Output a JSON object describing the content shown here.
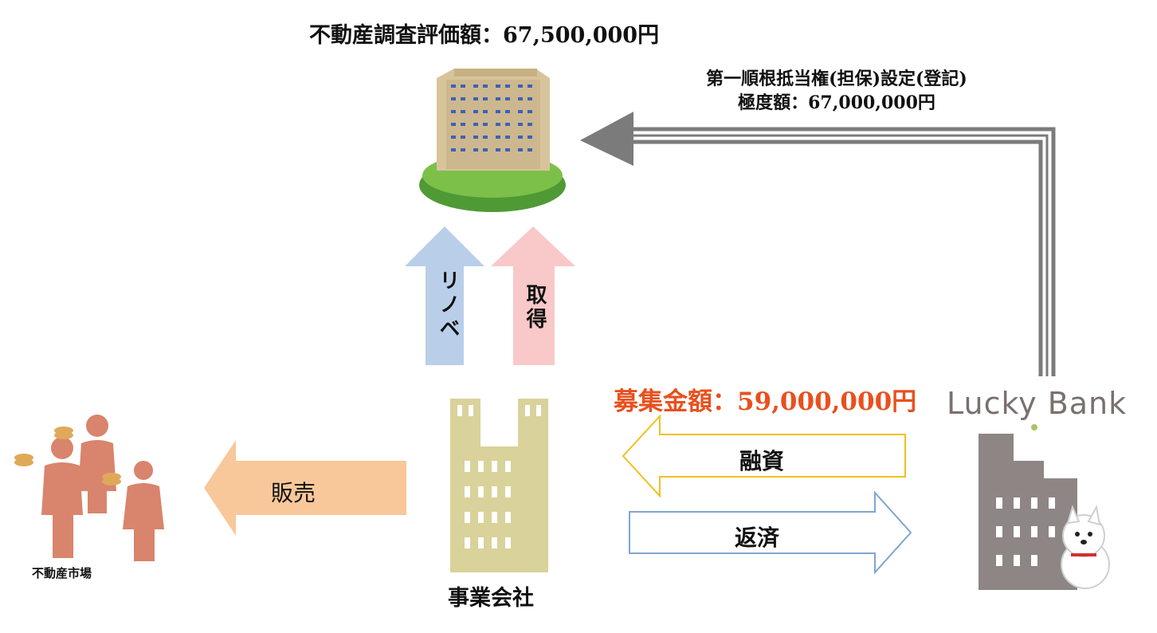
{
  "labels": {
    "appraisal": "不動産調査評価額：67,500,000円",
    "mortgage_line1": "第一順根抵当権(担保)設定(登記)",
    "mortgage_line2": "極度額：67,000,000円",
    "recruitment": "募集金額：59,000,000円",
    "renovation": "リノベ",
    "acquisition": "取得",
    "sale": "販売",
    "financing": "融資",
    "repayment": "返済",
    "market": "不動産市場",
    "company": "事業会社",
    "lender_logo": "Lucky Bank"
  },
  "colors": {
    "recruitment_text": "#e8501e",
    "renovation_arrow": "#b9cfe9",
    "acquisition_arrow": "#f9c8c8",
    "sale_arrow": "#f8c79a",
    "financing_arrow_border": "#f0c020",
    "repayment_arrow_border": "#7fa6cf",
    "company_building": "#d9d29a",
    "lender_building": "#8e8585",
    "people": "#d9846c",
    "mortgage_arrow": "#7b7b7b"
  },
  "icons": [
    "apartment-building-icon",
    "company-building-icon",
    "lender-building-icon",
    "people-with-coins-icon",
    "dog-icon"
  ]
}
